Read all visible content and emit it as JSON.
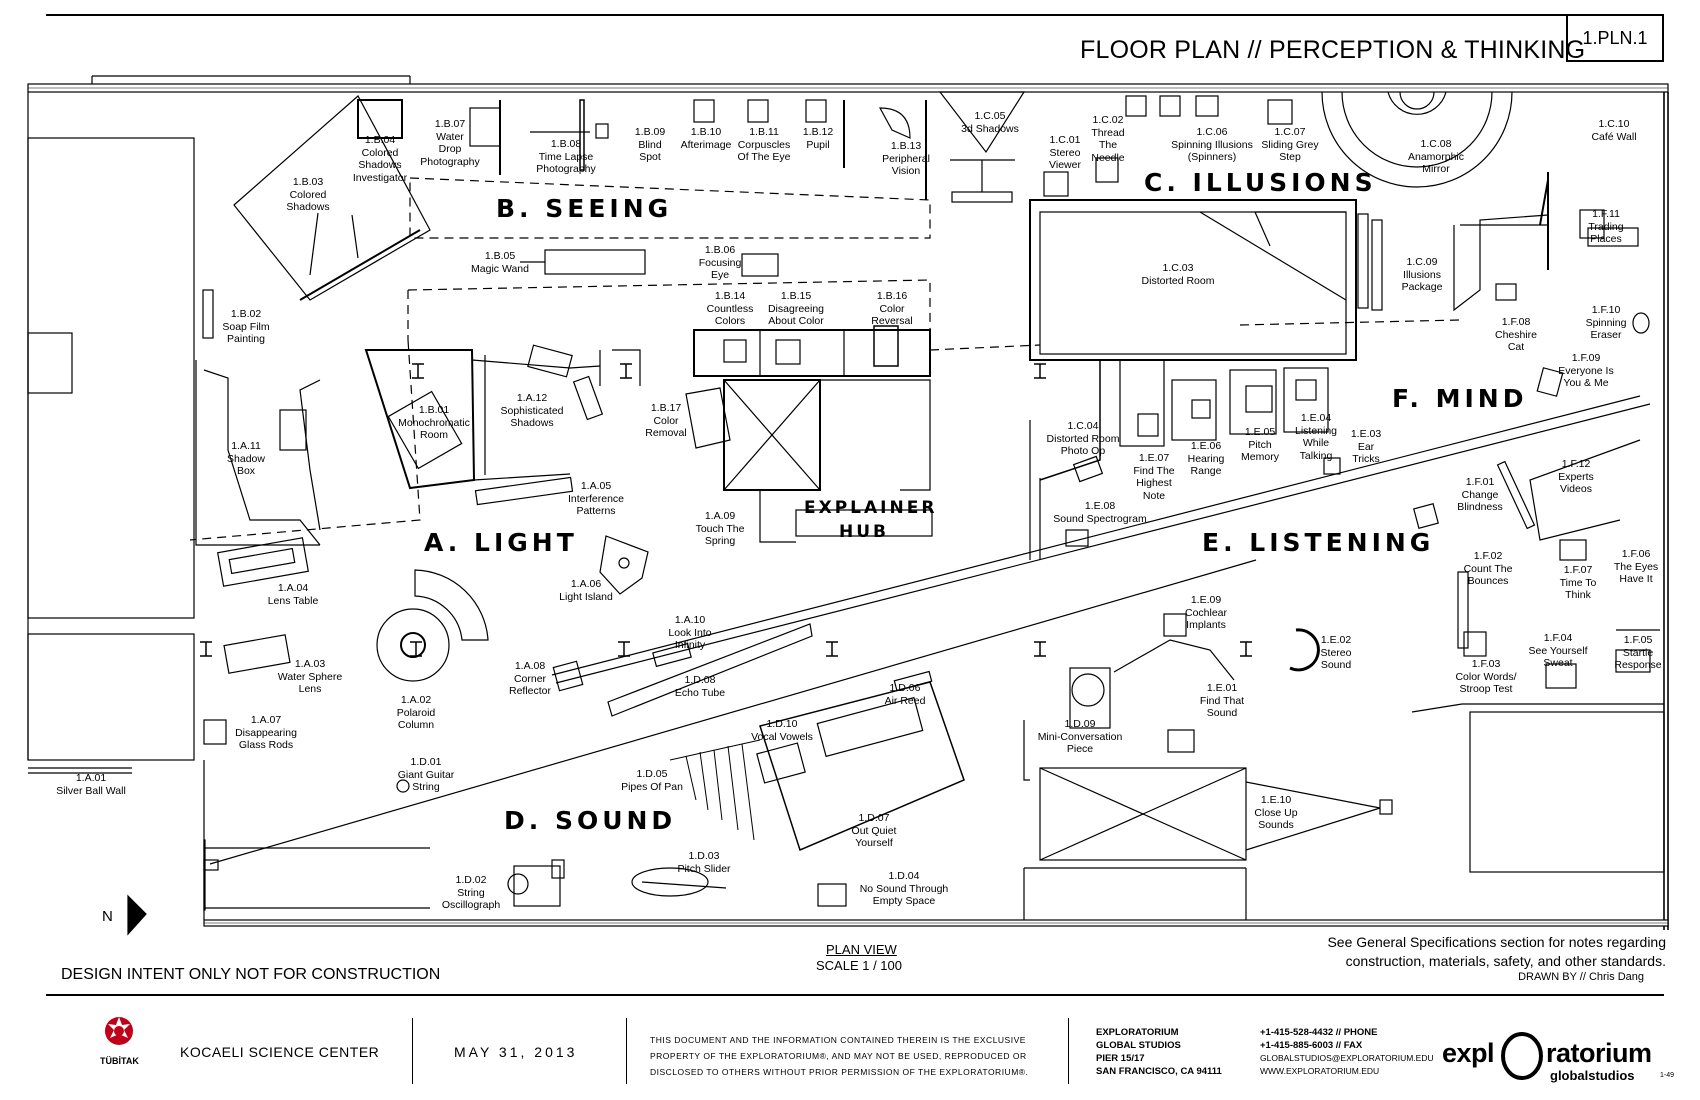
{
  "header": {
    "title": "FLOOR PLAN // PERCEPTION & THINKING",
    "sheet_number": "1.PLN.1"
  },
  "zones": {
    "seeing": "B. SEEING",
    "illusions": "C. ILLUSIONS",
    "light": "A. LIGHT",
    "mind": "F. MIND",
    "listening": "E. LISTENING",
    "sound": "D. SOUND",
    "hub_line1": "EXPLAINER",
    "hub_line2": "HUB"
  },
  "exhibits": [
    {
      "id": "1.B.07",
      "lines": [
        "1.B.07",
        "Water",
        "Drop",
        "Photography"
      ]
    },
    {
      "id": "1.B.04",
      "lines": [
        "1.B.04",
        "Colored",
        "Shadows",
        "Investigator"
      ]
    },
    {
      "id": "1.B.08",
      "lines": [
        "1.B.08",
        "Time Lapse",
        "Photography"
      ]
    },
    {
      "id": "1.B.09",
      "lines": [
        "1.B.09",
        "Blind",
        "Spot"
      ]
    },
    {
      "id": "1.B.10",
      "lines": [
        "1.B.10",
        "Afterimage"
      ]
    },
    {
      "id": "1.B.11",
      "lines": [
        "1.B.11",
        "Corpuscles",
        "Of The Eye"
      ]
    },
    {
      "id": "1.B.12",
      "lines": [
        "1.B.12",
        "Pupil"
      ]
    },
    {
      "id": "1.B.13",
      "lines": [
        "1.B.13",
        "Peripheral",
        "Vision"
      ]
    },
    {
      "id": "1.C.05",
      "lines": [
        "1.C.05",
        "3d Shadows"
      ]
    },
    {
      "id": "1.C.01",
      "lines": [
        "1.C.01",
        "Stereo",
        "Viewer"
      ]
    },
    {
      "id": "1.C.02",
      "lines": [
        "1.C.02",
        "Thread",
        "The",
        "Needle"
      ]
    },
    {
      "id": "1.C.06",
      "lines": [
        "1.C.06",
        "Spinning Illusions",
        "(Spinners)"
      ]
    },
    {
      "id": "1.C.07",
      "lines": [
        "1.C.07",
        "Sliding Grey",
        "Step"
      ]
    },
    {
      "id": "1.C.08",
      "lines": [
        "1.C.08",
        "Anamorphic",
        "Mirror"
      ]
    },
    {
      "id": "1.C.10",
      "lines": [
        "1.C.10",
        "Café Wall"
      ]
    },
    {
      "id": "1.B.03",
      "lines": [
        "1.B.03",
        "Colored",
        "Shadows"
      ]
    },
    {
      "id": "1.B.05",
      "lines": [
        "1.B.05",
        "Magic Wand"
      ]
    },
    {
      "id": "1.B.06",
      "lines": [
        "1.B.06",
        "Focusing",
        "Eye"
      ]
    },
    {
      "id": "1.C.03",
      "lines": [
        "1.C.03",
        "Distorted Room"
      ]
    },
    {
      "id": "1.C.09",
      "lines": [
        "1.C.09",
        "Illusions",
        "Package"
      ]
    },
    {
      "id": "1.F.11",
      "lines": [
        "1.F.11",
        "Trading",
        "Places"
      ]
    },
    {
      "id": "1.B.02",
      "lines": [
        "1.B.02",
        "Soap Film",
        "Painting"
      ]
    },
    {
      "id": "1.B.14",
      "lines": [
        "1.B.14",
        "Countless",
        "Colors"
      ]
    },
    {
      "id": "1.B.15",
      "lines": [
        "1.B.15",
        "Disagreeing",
        "About Color"
      ]
    },
    {
      "id": "1.B.16",
      "lines": [
        "1.B.16",
        "Color",
        "Reversal"
      ]
    },
    {
      "id": "1.F.08",
      "lines": [
        "1.F.08",
        "Cheshire",
        "Cat"
      ]
    },
    {
      "id": "1.F.10",
      "lines": [
        "1.F.10",
        "Spinning",
        "Eraser"
      ]
    },
    {
      "id": "1.A.11",
      "lines": [
        "1.A.11",
        "Shadow",
        "Box"
      ]
    },
    {
      "id": "1.B.01",
      "lines": [
        "1.B.01",
        "Monochromatic",
        "Room"
      ]
    },
    {
      "id": "1.A.12",
      "lines": [
        "1.A.12",
        "Sophisticated",
        "Shadows"
      ]
    },
    {
      "id": "1.B.17",
      "lines": [
        "1.B.17",
        "Color",
        "Removal"
      ]
    },
    {
      "id": "1.F.09",
      "lines": [
        "1.F.09",
        "Everyone Is",
        "You & Me"
      ]
    },
    {
      "id": "1.C.04",
      "lines": [
        "1.C.04",
        "Distorted Room",
        "Photo Op"
      ]
    },
    {
      "id": "1.E.07",
      "lines": [
        "1.E.07",
        "Find The",
        "Highest",
        "Note"
      ]
    },
    {
      "id": "1.E.06",
      "lines": [
        "1.E.06",
        "Hearing",
        "Range"
      ]
    },
    {
      "id": "1.E.05",
      "lines": [
        "1.E.05",
        "Pitch",
        "Memory"
      ]
    },
    {
      "id": "1.E.04",
      "lines": [
        "1.E.04",
        "Listening",
        "While",
        "Talking"
      ]
    },
    {
      "id": "1.E.03",
      "lines": [
        "1.E.03",
        "Ear",
        "Tricks"
      ]
    },
    {
      "id": "1.F.12",
      "lines": [
        "1.F.12",
        "Experts",
        "Videos"
      ]
    },
    {
      "id": "1.A.05",
      "lines": [
        "1.A.05",
        "Interference",
        "Patterns"
      ]
    },
    {
      "id": "1.F.01",
      "lines": [
        "1.F.01",
        "Change",
        "Blindness"
      ]
    },
    {
      "id": "1.E.08",
      "lines": [
        "1.E.08",
        "Sound Spectrogram"
      ]
    },
    {
      "id": "1.A.09",
      "lines": [
        "1.A.09",
        "Touch The",
        "Spring"
      ]
    },
    {
      "id": "1.A.04",
      "lines": [
        "1.A.04",
        "Lens Table"
      ]
    },
    {
      "id": "1.A.06",
      "lines": [
        "1.A.06",
        "Light Island"
      ]
    },
    {
      "id": "1.F.02",
      "lines": [
        "1.F.02",
        "Count The",
        "Bounces"
      ]
    },
    {
      "id": "1.F.07",
      "lines": [
        "1.F.07",
        "Time To",
        "Think"
      ]
    },
    {
      "id": "1.F.06",
      "lines": [
        "1.F.06",
        "The Eyes",
        "Have It"
      ]
    },
    {
      "id": "1.E.09",
      "lines": [
        "1.E.09",
        "Cochlear",
        "Implants"
      ]
    },
    {
      "id": "1.E.02",
      "lines": [
        "1.E.02",
        "Stereo",
        "Sound"
      ]
    },
    {
      "id": "1.A.10",
      "lines": [
        "1.A.10",
        "Look Into",
        "Infinity"
      ]
    },
    {
      "id": "1.A.03",
      "lines": [
        "1.A.03",
        "Water Sphere",
        "Lens"
      ]
    },
    {
      "id": "1.A.08",
      "lines": [
        "1.A.08",
        "Corner",
        "Reflector"
      ]
    },
    {
      "id": "1.D.08",
      "lines": [
        "1.D.08",
        "Echo Tube"
      ]
    },
    {
      "id": "1.F.04",
      "lines": [
        "1.F.04",
        "See Yourself",
        "Sweat"
      ]
    },
    {
      "id": "1.F.05",
      "lines": [
        "1.F.05",
        "Startle",
        "Response"
      ]
    },
    {
      "id": "1.F.03",
      "lines": [
        "1.F.03",
        "Color Words/",
        "Stroop Test"
      ]
    },
    {
      "id": "1.A.02",
      "lines": [
        "1.A.02",
        "Polaroid",
        "Column"
      ]
    },
    {
      "id": "1.D.06",
      "lines": [
        "1.D.06",
        "Air Reed"
      ]
    },
    {
      "id": "1.E.01",
      "lines": [
        "1.E.01",
        "Find That",
        "Sound"
      ]
    },
    {
      "id": "1.A.07",
      "lines": [
        "1.A.07",
        "Disappearing",
        "Glass Rods"
      ]
    },
    {
      "id": "1.D.10",
      "lines": [
        "1.D.10",
        "Vocal Vowels"
      ]
    },
    {
      "id": "1.D.09",
      "lines": [
        "1.D.09",
        "Mini-Conversation",
        "Piece"
      ]
    },
    {
      "id": "1.A.01",
      "lines": [
        "1.A.01",
        "Silver Ball Wall"
      ]
    },
    {
      "id": "1.D.01",
      "lines": [
        "1.D.01",
        "Giant Guitar",
        "String"
      ]
    },
    {
      "id": "1.D.05",
      "lines": [
        "1.D.05",
        "Pipes Of Pan"
      ]
    },
    {
      "id": "1.E.10",
      "lines": [
        "1.E.10",
        "Close Up",
        "Sounds"
      ]
    },
    {
      "id": "1.D.07",
      "lines": [
        "1.D.07",
        "Out Quiet",
        "Yourself"
      ]
    },
    {
      "id": "1.D.03",
      "lines": [
        "1.D.03",
        "Pitch Slider"
      ]
    },
    {
      "id": "1.D.04",
      "lines": [
        "1.D.04",
        "No Sound Through",
        "Empty Space"
      ]
    },
    {
      "id": "1.D.02",
      "lines": [
        "1.D.02",
        "String",
        "Oscillograph"
      ]
    }
  ],
  "plan": {
    "north": "N",
    "view_label": "PLAN VIEW",
    "scale": "SCALE 1 / 100",
    "notes_line1": "See General Specifications section for notes regarding",
    "notes_line2": "construction, materials, safety, and other standards.",
    "drawn_by": "DRAWN BY // Chris Dang",
    "design_intent": "DESIGN INTENT ONLY NOT FOR CONSTRUCTION"
  },
  "footer": {
    "tubitak": "TÜBİTAK",
    "client": "KOCAELI SCIENCE CENTER",
    "date": "MAY 31, 2013",
    "disclaimer": "THIS DOCUMENT AND THE INFORMATION CONTAINED THEREIN IS THE EXCLUSIVE PROPERTY OF THE EXPLORATORIUM®, AND MAY NOT BE USED, REPRODUCED OR DISCLOSED TO OTHERS WITHOUT PRIOR PERMISSION OF THE EXPLORATORIUM®.",
    "address": [
      "EXPLORATORIUM",
      "GLOBAL STUDIOS",
      "PIER 15/17",
      "SAN FRANCISCO, CA 94111"
    ],
    "phone": "+1-415-528-4432  // PHONE",
    "fax": "+1-415-885-6003  // FAX",
    "email": "GLOBALSTUDIOS@EXPLORATORIUM.EDU",
    "web": "WWW.EXPLORATORIUM.EDU",
    "logo_left": "expl",
    "logo_right": "ratorium",
    "logo_sub": "globalstudios",
    "page": "1-49"
  }
}
